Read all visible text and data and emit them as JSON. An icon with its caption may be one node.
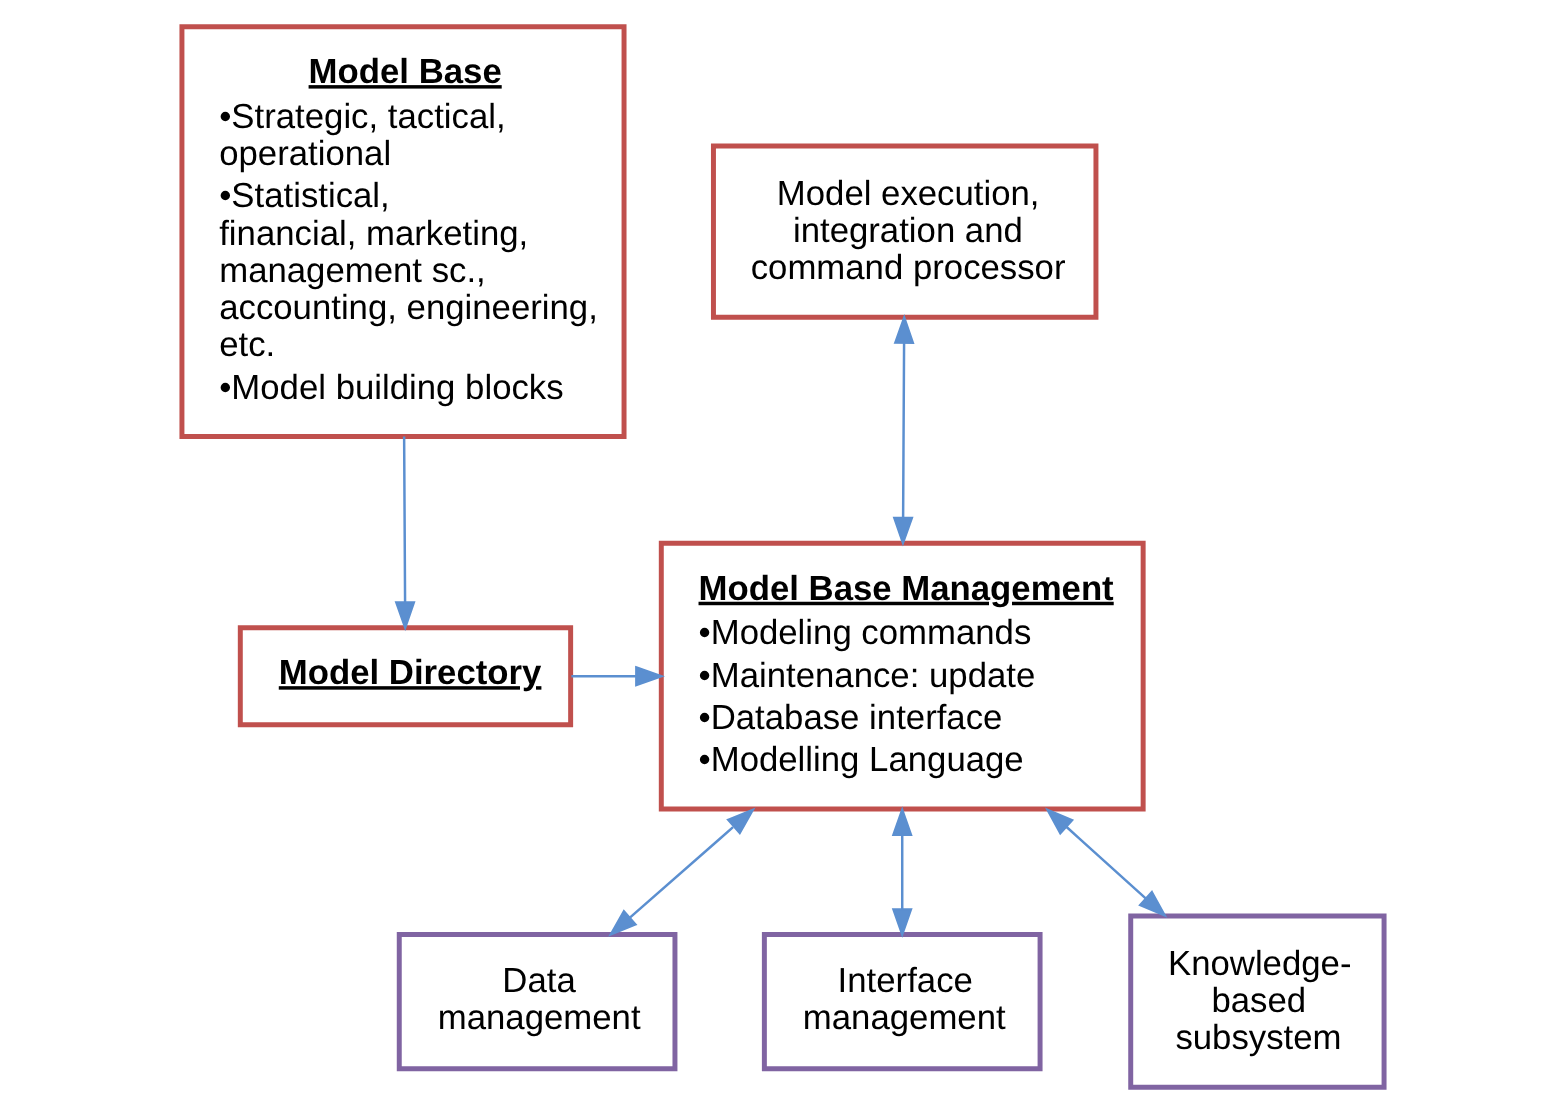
{
  "diagram": {
    "nodes": [
      {
        "text": [
          "Model Base",
          "•Strategic, tactical, operational",
          "•Statistical,  financial, marketing, management sc., accounting, engineering, etc.",
          "•Model building blocks"
        ]
      },
      {
        "text": [
          "Model execution, integration and command processor"
        ]
      },
      {
        "text": [
          "Model Directory"
        ]
      },
      {
        "text": [
          "Model Base Management",
          "•Modeling commands",
          "•Maintenance: update",
          "•Database interface",
          "•Modelling Language"
        ]
      },
      {
        "text": [
          "Data management"
        ]
      },
      {
        "text": [
          "Interface management"
        ]
      },
      {
        "text": [
          "Knowledge-based subsystem"
        ]
      }
    ],
    "edges": [
      {
        "from": 0,
        "to": 2,
        "arrow": "to"
      },
      {
        "from": 1,
        "to": 3,
        "arrow": "both"
      },
      {
        "from": 2,
        "to": 3,
        "arrow": "to"
      },
      {
        "from": 3,
        "to": 4,
        "arrow": "both"
      },
      {
        "from": 3,
        "to": 5,
        "arrow": "both"
      },
      {
        "from": 3,
        "to": 6,
        "arrow": "both"
      }
    ]
  }
}
